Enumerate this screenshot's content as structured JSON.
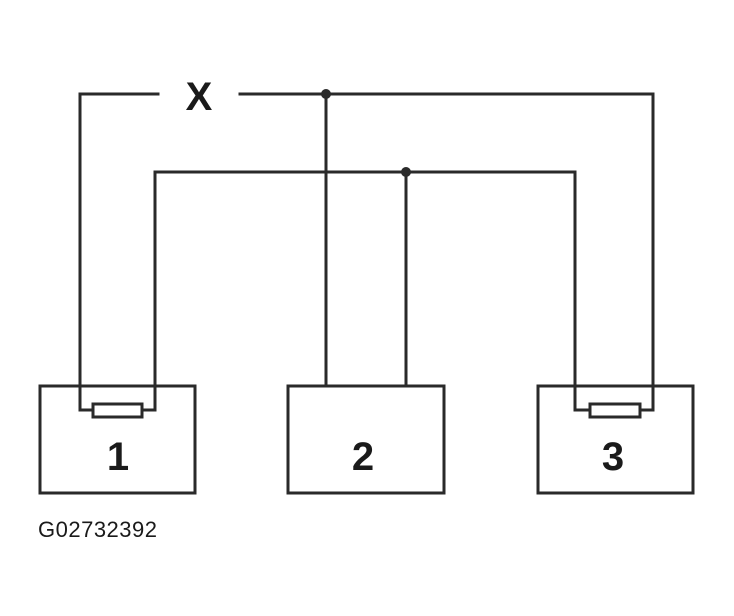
{
  "diagram": {
    "break_label": "X",
    "components": [
      {
        "label": "1"
      },
      {
        "label": "2"
      },
      {
        "label": "3"
      }
    ]
  },
  "figure_id": "G02732392"
}
